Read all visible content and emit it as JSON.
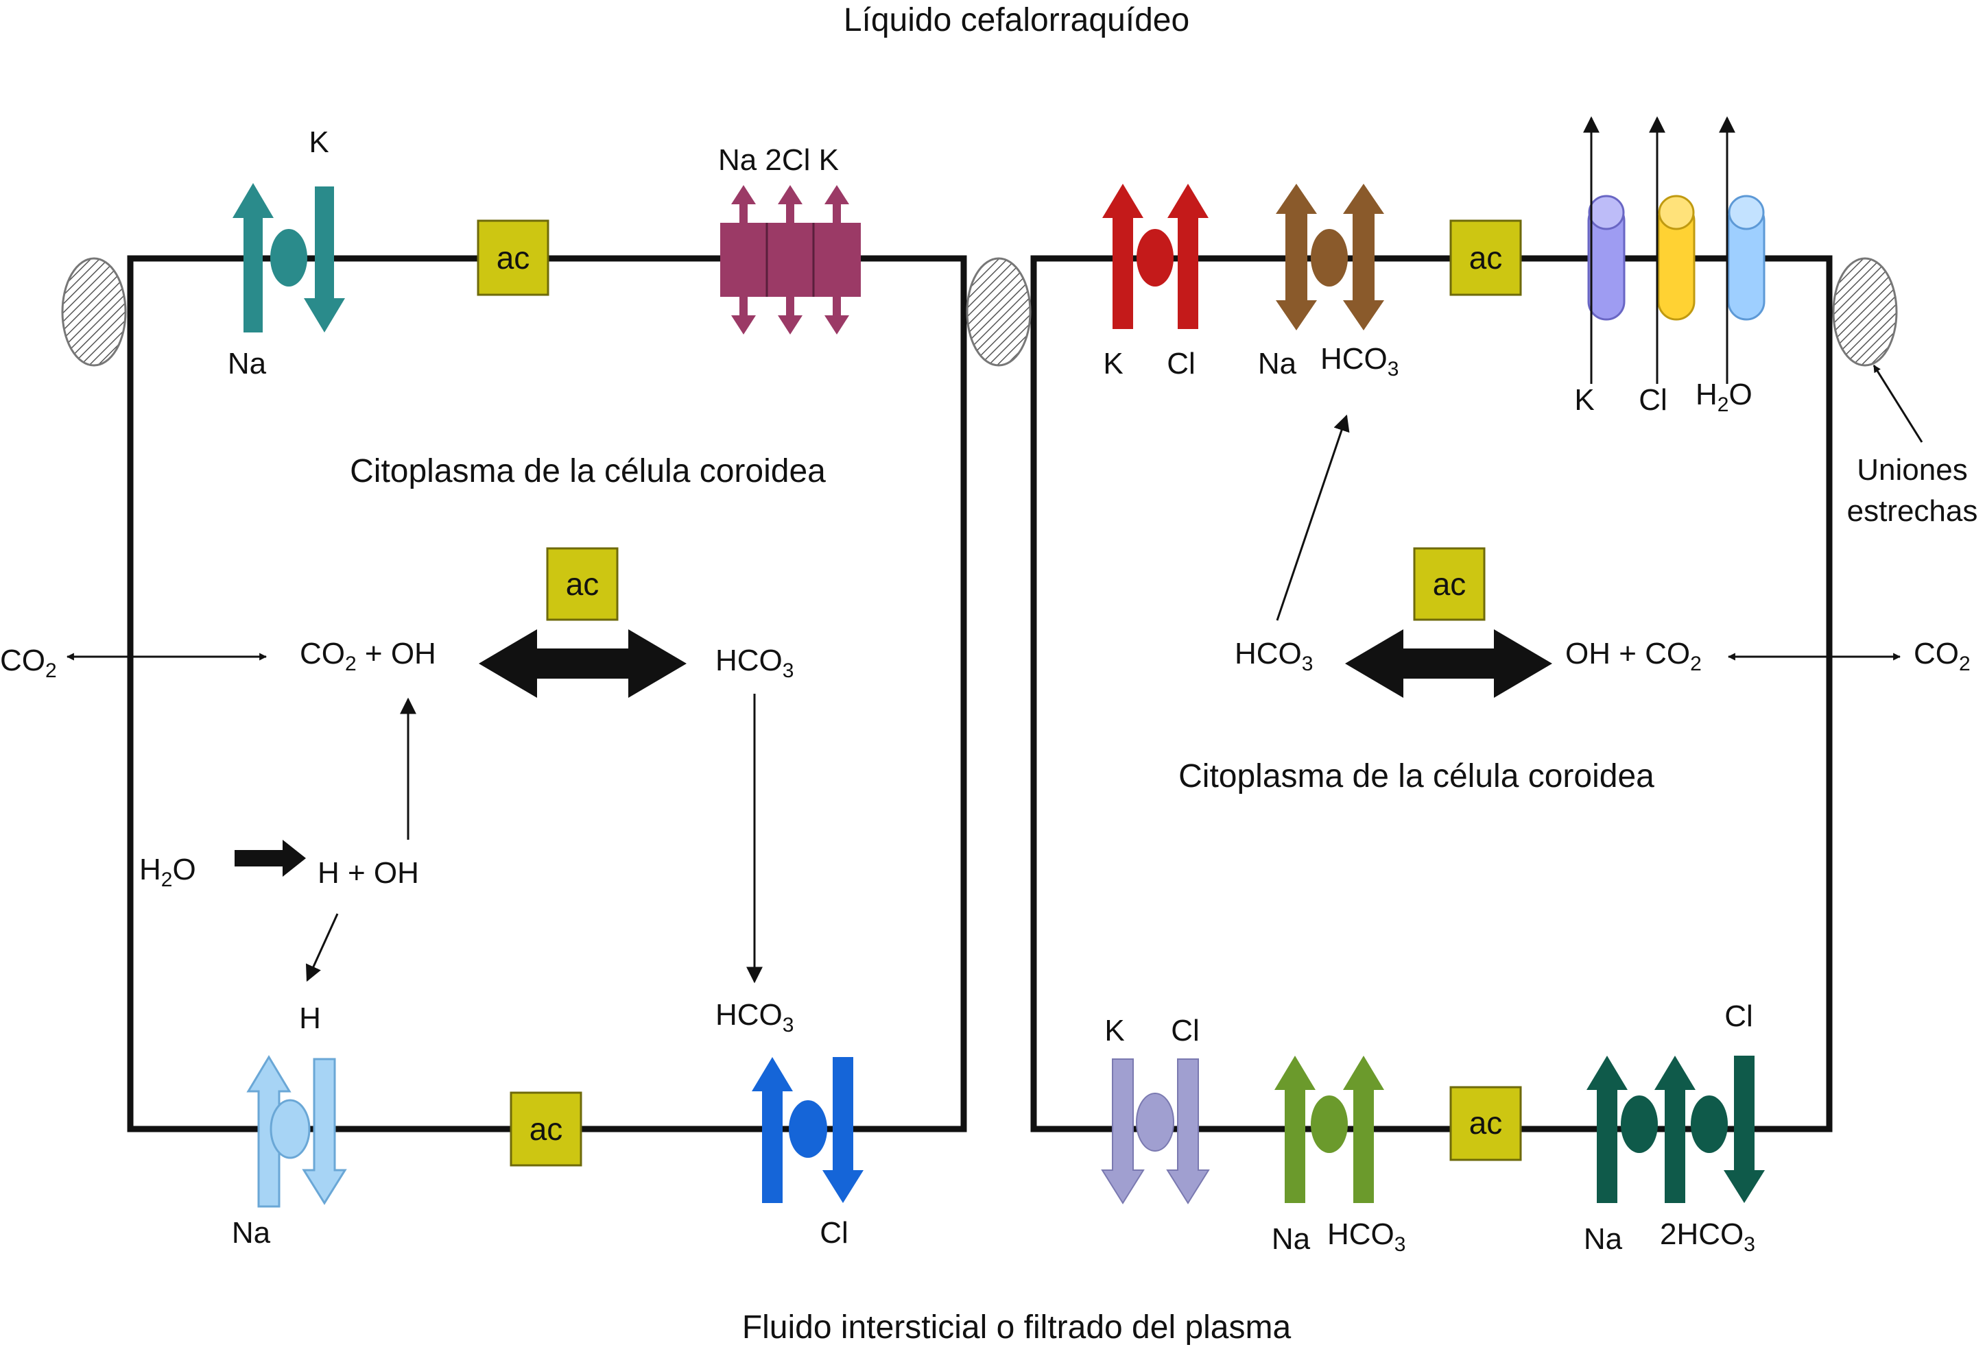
{
  "titles": {
    "top": "Líquido cefalorraquídeo",
    "bottom": "Fluido intersticial o filtrado del plasma",
    "cytoplasm_left": "Citoplasma de la célula coroidea",
    "cytoplasm_right": "Citoplasma de la célula coroidea",
    "tight_junctions_line1": "Uniones",
    "tight_junctions_line2": "estrechas"
  },
  "enzyme_label": "ac",
  "left_cell": {
    "top_pump": {
      "k": "K",
      "na": "Na"
    },
    "nkcc": "Na 2Cl K",
    "co2_outside": {
      "base": "CO",
      "sub": "2"
    },
    "reaction_left": {
      "base": "CO",
      "sub": "2",
      "rest": " + OH"
    },
    "reaction_right": {
      "base": "HCO",
      "sub": "3"
    },
    "water": {
      "base": "H",
      "sub": "2",
      "rest": "O"
    },
    "dissociation": "H + OH",
    "proton": "H",
    "hco3_lower": {
      "base": "HCO",
      "sub": "3"
    },
    "bottom_exchanger": {
      "na": "Na"
    },
    "bottom_anion_exchanger": {
      "cl": "Cl"
    }
  },
  "right_cell": {
    "kcl_top": {
      "k": "K",
      "cl": "Cl"
    },
    "na_hco3_top": {
      "na": "Na",
      "base": "HCO",
      "sub": "3"
    },
    "channels": {
      "k": "K",
      "cl": "Cl",
      "water_base": "H",
      "water_sub": "2",
      "water_rest": "O"
    },
    "reaction_left": {
      "base": "HCO",
      "sub": "3"
    },
    "reaction_right": {
      "pre": "OH + CO",
      "sub": "2"
    },
    "co2_outside": {
      "base": "CO",
      "sub": "2"
    },
    "kcl_bottom": {
      "k": "K",
      "cl": "Cl"
    },
    "na_hco3_bottom": {
      "na": "Na",
      "base": "HCO",
      "sub": "3"
    },
    "na_2hco3": {
      "na": "Na",
      "base": "2HCO",
      "sub": "3",
      "cl": "Cl"
    }
  },
  "colors": {
    "teal": "#2a8b8b",
    "magenta": "#9b3a66",
    "red": "#c41a1a",
    "brown": "#8a5a2b",
    "violet": "#9e9cf2",
    "yellow": "#ffd233",
    "skyblue": "#9ecfff",
    "lightblue": "#a7d4f5",
    "blue": "#1565d8",
    "lavender": "#a09fd0",
    "green": "#6b9a2c",
    "darkteal": "#0f5a4a",
    "ac_fill": "#cdc612"
  }
}
